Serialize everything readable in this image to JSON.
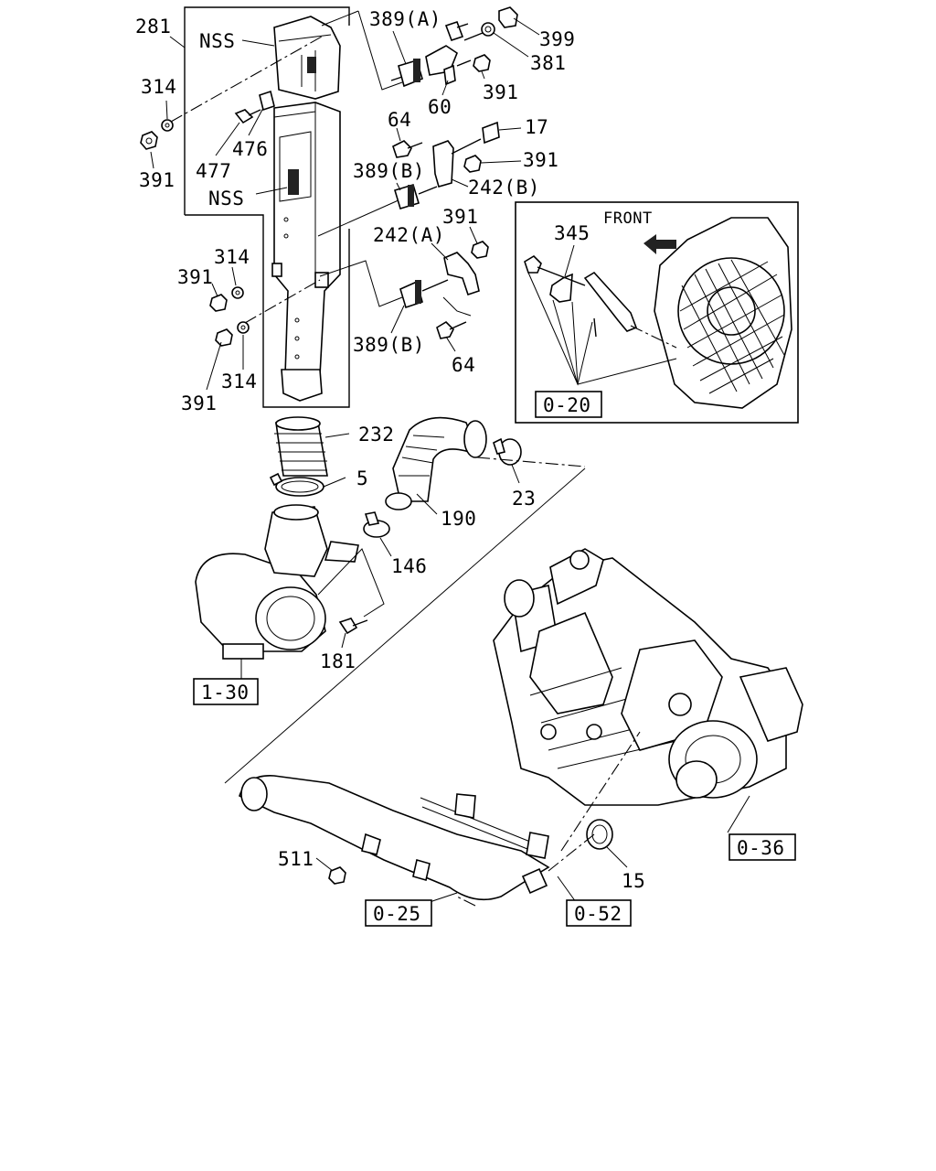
{
  "callouts": {
    "c281": "281",
    "c314a": "314",
    "c391a": "391",
    "nss1": "NSS",
    "c389a": "389(A)",
    "c399": "399",
    "c381": "381",
    "c391b": "391",
    "c60": "60",
    "c476": "476",
    "c477": "477",
    "nss2": "NSS",
    "c64a": "64",
    "c17": "17",
    "c391c": "391",
    "c389b1": "389(B)",
    "c242b": "242(B)",
    "c242a": "242(A)",
    "c391d": "391",
    "c314b": "314",
    "c391e": "391",
    "c389b2": "389(B)",
    "c64b": "64",
    "c391f": "391",
    "c314c": "314",
    "c345": "345",
    "c232": "232",
    "c5": "5",
    "c23": "23",
    "c190": "190",
    "c146": "146",
    "c181": "181",
    "c511": "511",
    "c15": "15"
  },
  "inset": {
    "front_label": "FRONT"
  },
  "refs": {
    "r020": "0-20",
    "r130": "1-30",
    "r036": "0-36",
    "r025": "0-25",
    "r052": "0-52"
  }
}
